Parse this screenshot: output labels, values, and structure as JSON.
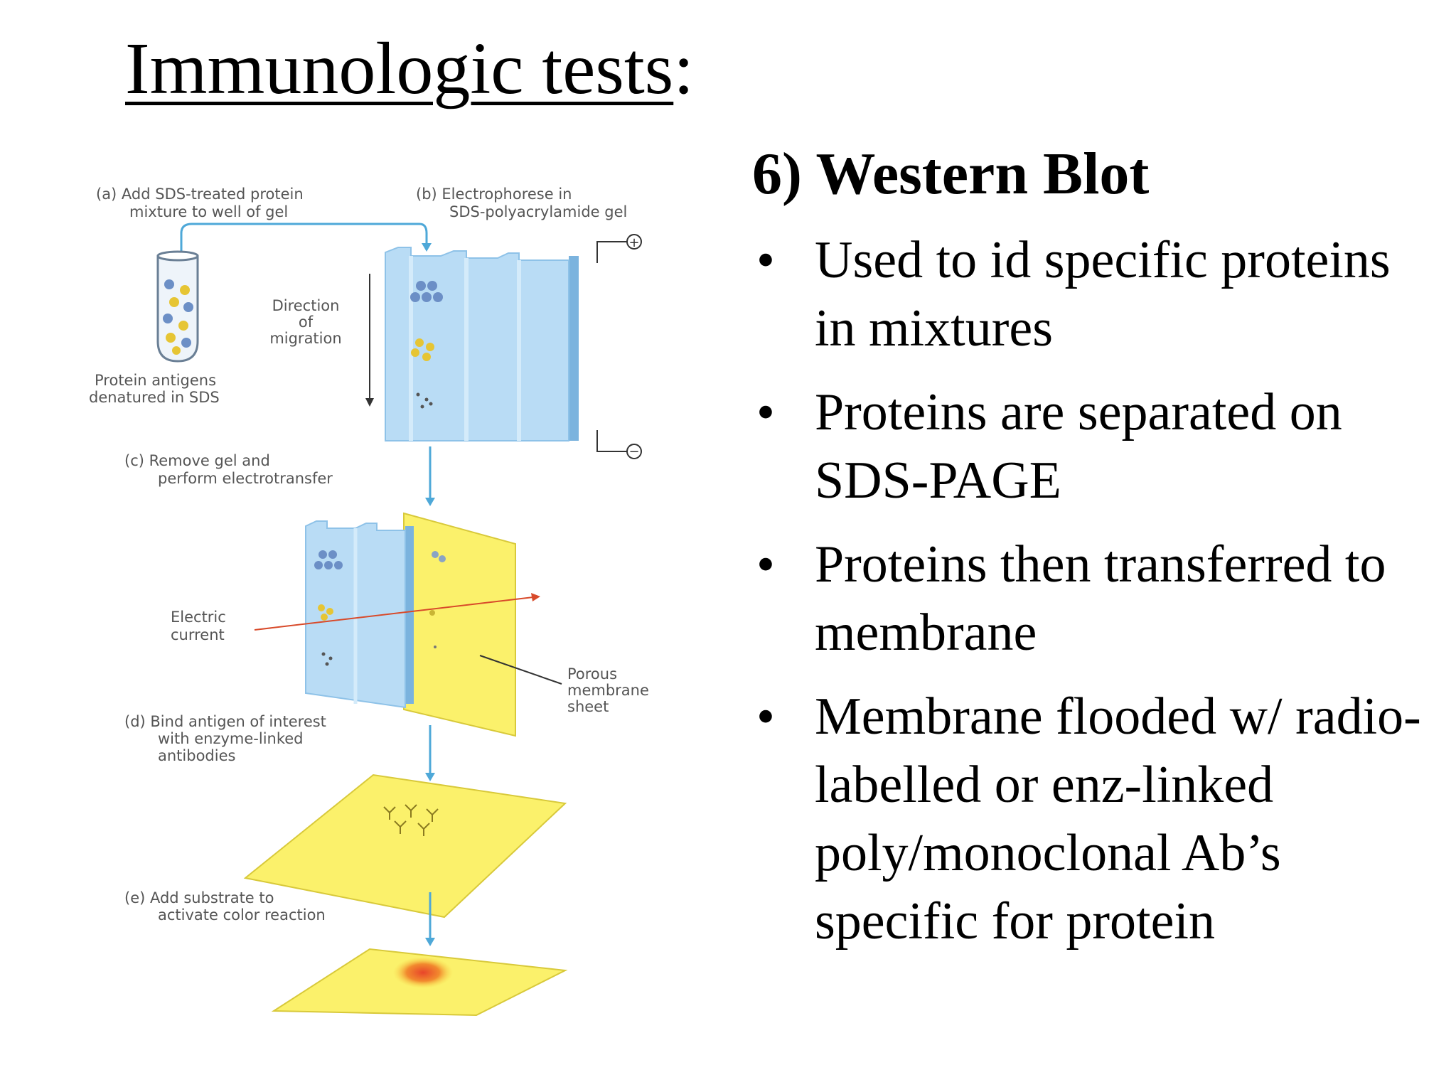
{
  "slide": {
    "title": "Immunologic tests",
    "title_suffix": ":",
    "subtitle": "6) Western Blot",
    "bullets": [
      "Used to id specific proteins in mixtures",
      "Proteins are separated on SDS-PAGE",
      "Proteins then transferred to membrane",
      "Membrane flooded w/ radio-labelled or enz-linked poly/monoclonal Ab’s specific for protein"
    ]
  },
  "figure": {
    "step_a": [
      "(a)  Add SDS-treated protein",
      "mixture to well of gel"
    ],
    "step_b": [
      "(b)  Electrophorese in",
      "SDS-polyacrylamide gel"
    ],
    "direction": [
      "Direction",
      "of",
      "migration"
    ],
    "tube_caption": [
      "Protein antigens",
      "denatured in SDS"
    ],
    "step_c": [
      "(c)  Remove gel and",
      "perform electrotransfer"
    ],
    "electric": [
      "Electric",
      "current"
    ],
    "porous": [
      "Porous",
      "membrane",
      "sheet"
    ],
    "step_d": [
      "(d)  Bind antigen of interest",
      "with enzyme-linked",
      "antibodies"
    ],
    "step_e": [
      "(e)  Add substrate to",
      "activate color reaction"
    ],
    "plus_sign": "+",
    "minus_sign": "−",
    "colors": {
      "gel": "#b9dcf5",
      "membrane": "#fbf16b",
      "band_blue": "#6c8fc6",
      "band_yellow": "#e6c534",
      "spot": "#ef7a2a",
      "arrow": "#4ea8d8"
    }
  }
}
